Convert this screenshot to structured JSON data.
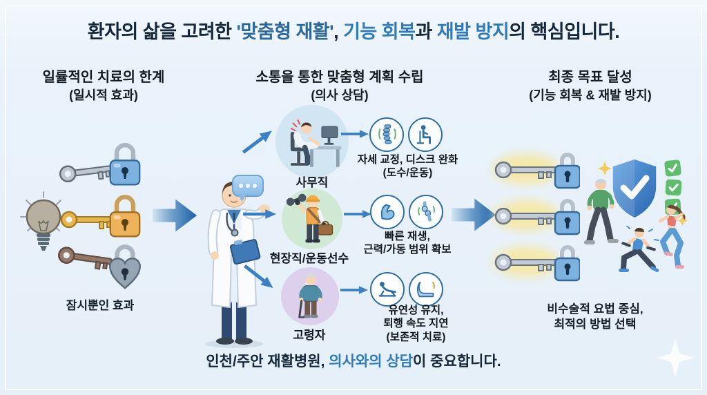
{
  "title": {
    "segments": [
      {
        "text": "환자의 삶을 고려한 ",
        "color": "#15273a"
      },
      {
        "text": "'맞춤형 재활'",
        "color": "#2d6899"
      },
      {
        "text": ", ",
        "color": "#15273a"
      },
      {
        "text": "기능 회복",
        "color": "#2f7ab8"
      },
      {
        "text": "과 ",
        "color": "#15273a"
      },
      {
        "text": "재발 방지",
        "color": "#2f7ab8"
      },
      {
        "text": "의 핵심입니다.",
        "color": "#15273a"
      }
    ]
  },
  "columns": {
    "left": {
      "heading": "일률적인 치료의 한계",
      "subheading": "(일시적 효과)",
      "caption": "잠시뿐인 효과",
      "icons": [
        "lightbulb-icon",
        "silver-key-icon",
        "blue-padlock-icon",
        "gold-key-icon",
        "orange-padlock-icon",
        "brown-key-icon",
        "heart-padlock-icon",
        "right-arrow-icon"
      ]
    },
    "middle": {
      "heading": "소통을 통한 맞춤형 계획 수립",
      "subheading": "(의사 상담)",
      "doctor_illustration": "doctor-with-clipboard",
      "speech_bubble": "ellipsis-speech-bubble-icon",
      "patients": [
        {
          "label": "사무직",
          "illustration": "office-worker-at-desk",
          "outcome_icons": [
            "spine-icon",
            "seated-posture-icon"
          ],
          "outcome_lines": [
            "자세 교정, 디스크 완화",
            "(도수/운동)"
          ]
        },
        {
          "label": "현장직/운동선수",
          "illustration": "manual-worker-athlete",
          "outcome_icons": [
            "bicep-icon",
            "joint-icon"
          ],
          "outcome_lines": [
            "빠른 재생,",
            "근력/가동 범위 확보"
          ]
        },
        {
          "label": "고령자",
          "illustration": "elderly-man-with-cane",
          "outcome_icons": [
            "stretch-icon",
            "recliner-icon"
          ],
          "outcome_lines": [
            "유연성 유지,",
            "퇴행 속도 지연",
            "(보존적 치료)"
          ]
        }
      ]
    },
    "right": {
      "heading": "최종 목표 달성",
      "subheading": "(기능 회복 & 재발 방지)",
      "caption_lines": [
        "비수술적 요법 중심,",
        "최적의 방법 선택"
      ],
      "icons": [
        "key-in-lock-icon",
        "shield-check-icon",
        "green-checkmark-icon",
        "elderly-walking-illustration",
        "man-lunging-illustration",
        "woman-running-illustration",
        "sparkle-icon"
      ]
    }
  },
  "footer": {
    "segments": [
      {
        "text": "인천/주안 재활병원, ",
        "color": "#15273a"
      },
      {
        "text": "의사와의 상담",
        "color": "#2f7ab8"
      },
      {
        "text": "이 중요합니다.",
        "color": "#15273a"
      }
    ]
  },
  "colors": {
    "background": "#e9f2fa",
    "title_dark": "#15273a",
    "title_blue": "#2f7ab8",
    "title_blue_dark": "#2d6899",
    "arrow_blue": "#1b5ea6",
    "small_arrow_blue": "#3b80c2",
    "accent_green": "#5fbd6d",
    "glow_yellow": "#f6e8a6",
    "shield_blue": "#2b66b0",
    "lock_blue": "#7db2e0",
    "lock_orange": "#eeb35a",
    "lock_gray": "#95a5b4"
  }
}
